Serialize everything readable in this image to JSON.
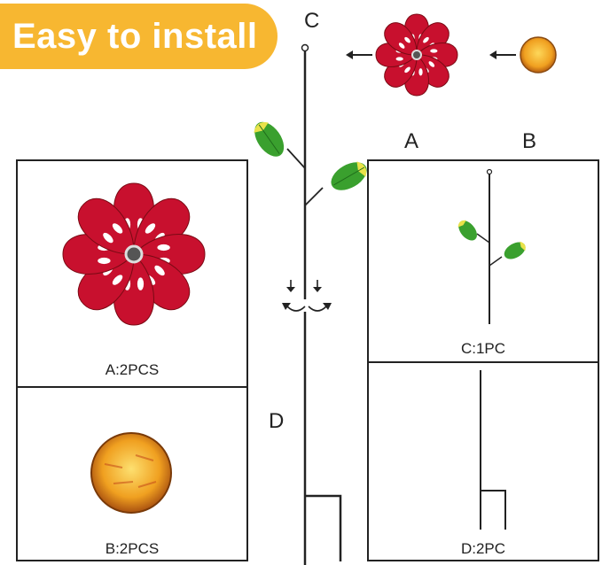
{
  "banner": {
    "text": "Easy to install",
    "color": "#f7b731"
  },
  "labels": {
    "part_c": "C",
    "part_a": "A",
    "part_b": "B",
    "part_d": "D"
  },
  "panels": {
    "a": {
      "caption": "A:2PCS"
    },
    "b": {
      "caption": "B:2PCS"
    },
    "c": {
      "caption": "C:1PC"
    },
    "d": {
      "caption": "D:2PC"
    }
  },
  "colors": {
    "flower_red": "#c8102e",
    "leaf_green": "#3aa02e",
    "leaf_yellow": "#e9e24a",
    "ball_orange": "#f0a020"
  },
  "icons": [
    "arrow-left-icon",
    "arrow-down-icon",
    "rotate-arrow-icon"
  ]
}
